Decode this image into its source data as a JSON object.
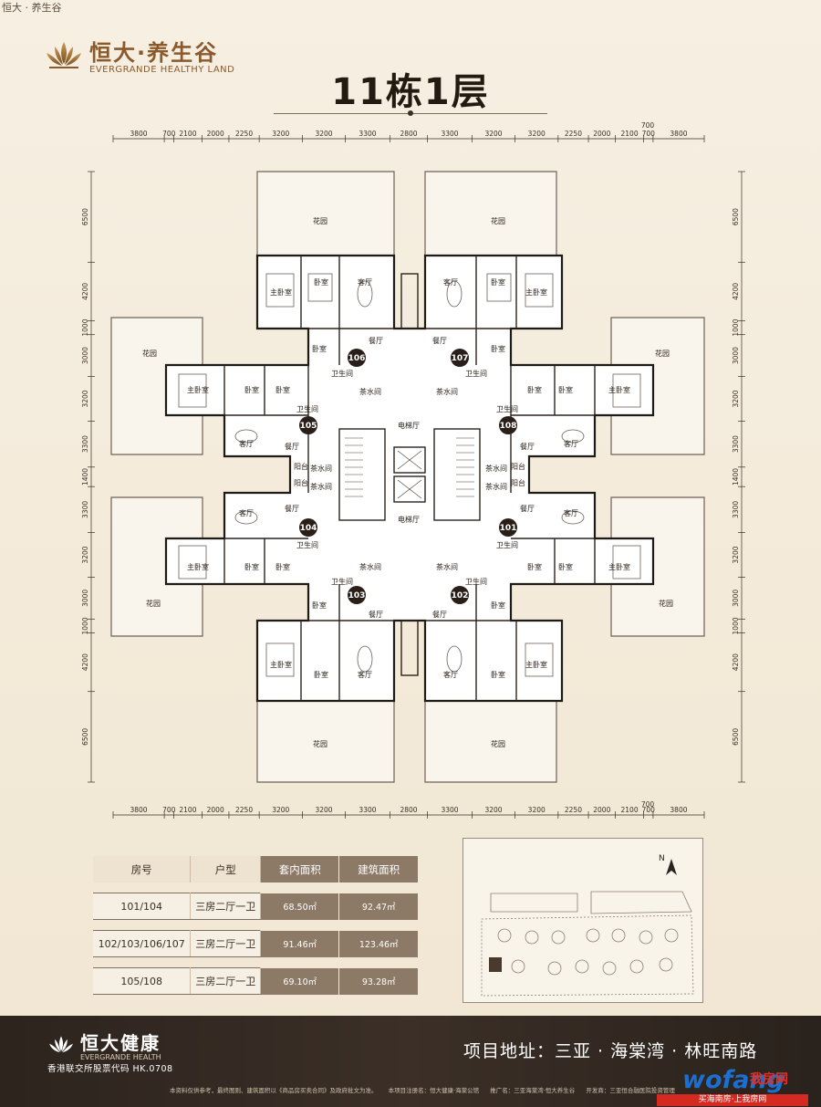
{
  "corner_label": "恒大 · 养生谷",
  "brand": {
    "cn": "恒大·养生谷",
    "en": "EVERGRANDE HEALTHY LAND"
  },
  "title": "11栋1层",
  "dimensions": {
    "top_main": [
      "3800",
      "700",
      "2100",
      "2000",
      "2250",
      "3200",
      "3200",
      "3300",
      "2800",
      "3300",
      "3200",
      "3200",
      "2250",
      "2000",
      "2100",
      "700",
      "3800"
    ],
    "top_extra": "700",
    "bottom_extra": "700",
    "left_side": [
      "6500",
      "4200",
      "1000",
      "3000",
      "3200",
      "3300",
      "1400",
      "3300",
      "3200",
      "3000",
      "1000",
      "4200",
      "6500"
    ],
    "right_side": [
      "6500",
      "4200",
      "1000",
      "3000",
      "3200",
      "3300",
      "1400",
      "3300",
      "3200",
      "3000",
      "1000",
      "4200",
      "6500"
    ]
  },
  "rooms": {
    "garden": "花园",
    "master": "主卧室",
    "bedroom": "卧室",
    "living": "客厅",
    "dining": "餐厅",
    "bath": "卫生间",
    "tea": "茶水间",
    "lift_hall": "电梯厅",
    "balcony": "阳台"
  },
  "units": [
    "101",
    "102",
    "103",
    "104",
    "105",
    "106",
    "107",
    "108"
  ],
  "table": {
    "headers": [
      "房号",
      "户型",
      "套内面积",
      "建筑面积"
    ],
    "rows": [
      {
        "no": "101/104",
        "type": "三房二厅一卫",
        "inner": "68.50㎡",
        "gross": "92.47㎡"
      },
      {
        "no": "102/103/106/107",
        "type": "三房二厅一卫",
        "inner": "91.46㎡",
        "gross": "123.46㎡"
      },
      {
        "no": "105/108",
        "type": "三房二厅一卫",
        "inner": "69.10㎡",
        "gross": "93.28㎡"
      }
    ]
  },
  "siteplan": {
    "north": "N"
  },
  "footer": {
    "brand_cn": "恒大健康",
    "brand_en": "EVERGRANDE HEALTH",
    "code": "香港联交所股票代码 HK.0708",
    "address": "项目地址：三亚 · 海棠湾 · 林旺南路",
    "disclaimer": [
      "本资料仅供参考，最终图则、建筑面积以《商品房买卖合同》及政府批文为准。",
      "本项目注册名：恒大健康·海棠公馆",
      "推广名：三亚海棠湾·恒大养生谷",
      "开发商：三亚恒合融医院投资管理"
    ]
  },
  "watermark": {
    "main": "wofang",
    "sub": "我房网",
    "slogan": "买海南房·上我房网"
  },
  "colors": {
    "background": "#f3e9d6",
    "brand_gold": "#8a5a2c",
    "footer": "#2d241e",
    "unit_badge": "#2a1f18"
  }
}
